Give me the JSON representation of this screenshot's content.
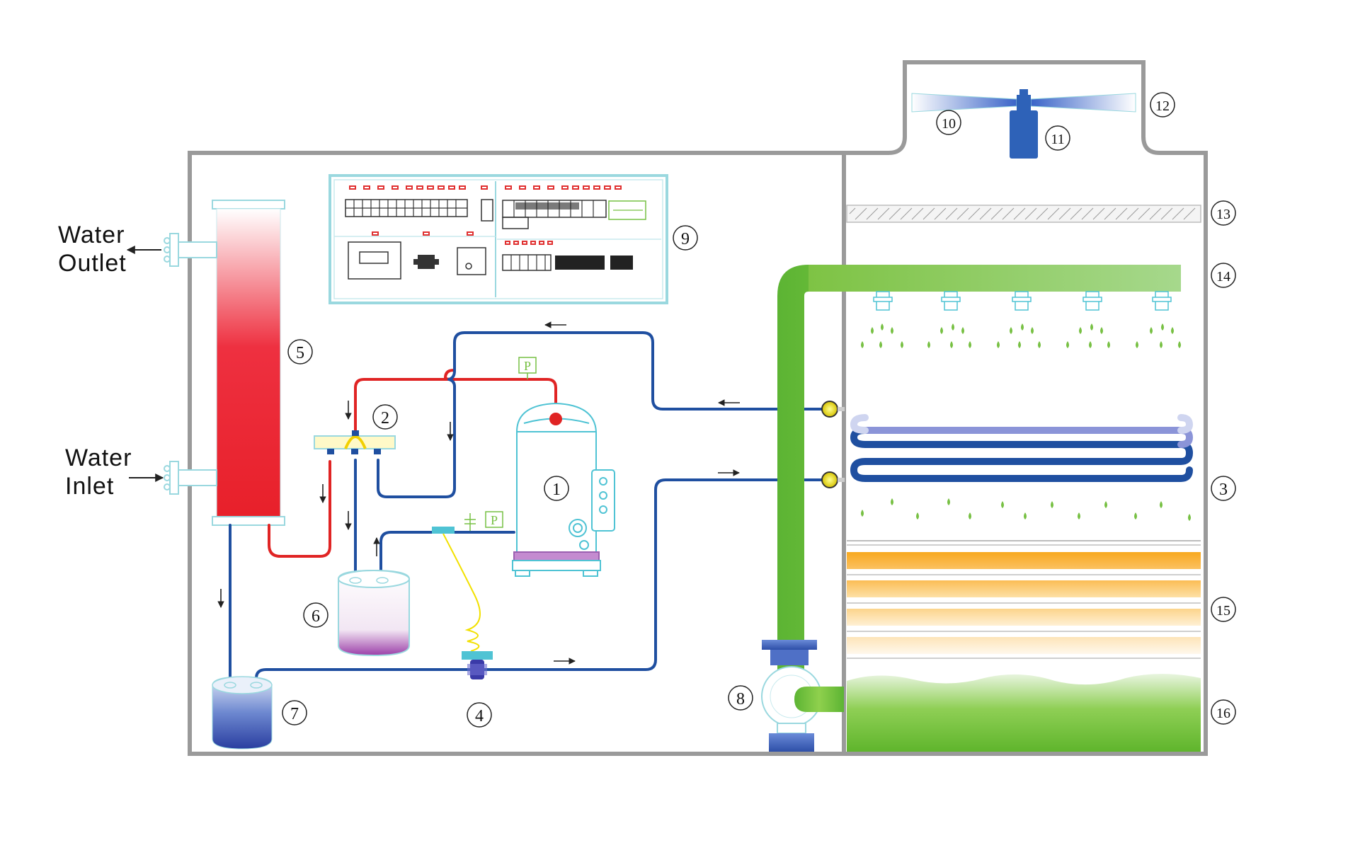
{
  "labels": {
    "water_outlet_line1": "Water",
    "water_outlet_line2": "Outlet",
    "water_inlet_line1": "Water",
    "water_inlet_line2": "Inlet"
  },
  "callouts": [
    "1",
    "2",
    "3",
    "4",
    "5",
    "6",
    "7",
    "8",
    "9",
    "10",
    "11",
    "12",
    "13",
    "14",
    "15",
    "16"
  ],
  "gauge_letter": "P",
  "colors": {
    "frame": "#9a9a9a",
    "refrigerant_line": "#1f4fa0",
    "hot_line": "#e02424",
    "spray_water": "#77c043",
    "condenser_red": "#e8202a",
    "fill_orange": "#f7a823",
    "fan_blue": "#2e62b8"
  }
}
